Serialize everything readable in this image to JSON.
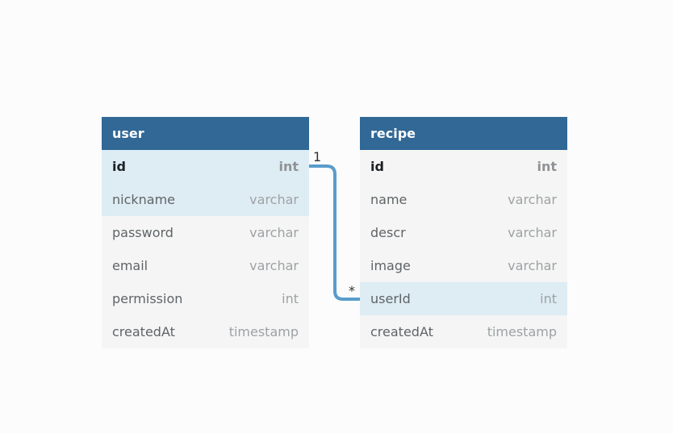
{
  "tables": [
    {
      "name": "user",
      "columns": [
        {
          "name": "id",
          "type": "int",
          "pk": true,
          "highlight": true
        },
        {
          "name": "nickname",
          "type": "varchar",
          "pk": false,
          "highlight": true
        },
        {
          "name": "password",
          "type": "varchar",
          "pk": false,
          "highlight": false
        },
        {
          "name": "email",
          "type": "varchar",
          "pk": false,
          "highlight": false
        },
        {
          "name": "permission",
          "type": "int",
          "pk": false,
          "highlight": false
        },
        {
          "name": "createdAt",
          "type": "timestamp",
          "pk": false,
          "highlight": false
        }
      ]
    },
    {
      "name": "recipe",
      "columns": [
        {
          "name": "id",
          "type": "int",
          "pk": true,
          "highlight": false
        },
        {
          "name": "name",
          "type": "varchar",
          "pk": false,
          "highlight": false
        },
        {
          "name": "descr",
          "type": "varchar",
          "pk": false,
          "highlight": false
        },
        {
          "name": "image",
          "type": "varchar",
          "pk": false,
          "highlight": false
        },
        {
          "name": "userId",
          "type": "int",
          "pk": false,
          "highlight": true
        },
        {
          "name": "createdAt",
          "type": "timestamp",
          "pk": false,
          "highlight": false
        }
      ]
    }
  ],
  "relationship": {
    "from_table": "user",
    "from_column": "id",
    "from_cardinality": "1",
    "to_table": "recipe",
    "to_column": "userId",
    "to_cardinality": "*"
  },
  "colors": {
    "header": "#316896",
    "highlight_row": "#deecf4",
    "row": "#f5f5f5",
    "link": "#5a9ccb"
  }
}
